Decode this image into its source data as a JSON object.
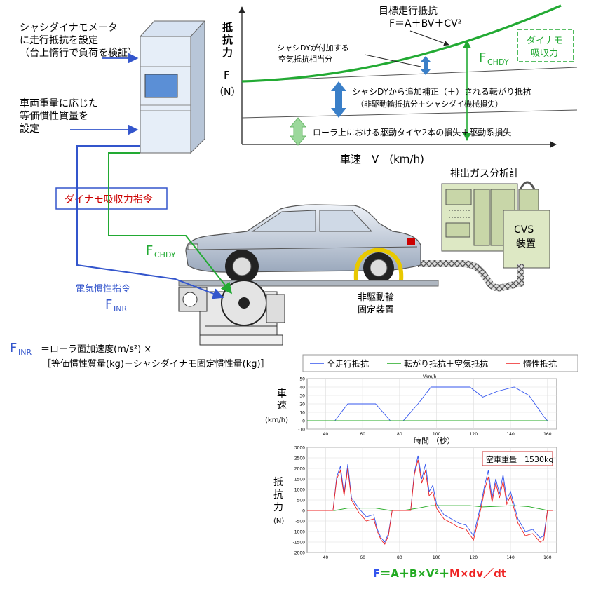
{
  "top_left": {
    "line1": "シャシダイナモメータ",
    "line2": "に走行抵抗を設定",
    "line3": "（台上惰行で負荷を検証）",
    "mass_line1": "車両重量に応じた",
    "mass_line2": "等価慣性質量を",
    "mass_line3": "設定"
  },
  "resistance_chart": {
    "y_label_1": "抵",
    "y_label_2": "抗",
    "y_label_3": "力",
    "y_symbol": "F",
    "y_unit": "（N）",
    "x_label": "車速　V　(km/h)",
    "target_title": "目標走行抵抗",
    "target_formula": "F＝A＋BV＋CV²",
    "air_note_1": "シャシDYが付加する",
    "air_note_2": "空気抵抗相当分",
    "dyno_box_1": "ダイナモ",
    "dyno_box_2": "吸収力",
    "fchdy_main": "F",
    "fchdy_sub": "CHDY",
    "rolling_1": "シャシDYから追加補正（＋）される転がり抵抗",
    "rolling_2": "（非駆動輪抵抗分＋シャシダイ機械損失）",
    "roller_loss": "ローラ上における駆動タイヤ2本の損失＋駆動系損失"
  },
  "test_cell": {
    "exhaust_analyzer": "排出ガス分析計",
    "cvs_1": "CVS",
    "cvs_2": "装置",
    "dyno_cmd": "ダイナモ吸収力指令",
    "fchdy_main": "F",
    "fchdy_sub": "CHDY",
    "inertia_cmd": "電気慣性指令",
    "finr_main": "F",
    "finr_sub": "INR",
    "nondrive_1": "非駆動輪",
    "nondrive_2": "固定装置"
  },
  "finr_formula": {
    "main": "F",
    "sub": "INR",
    "rest": "＝ローラ面加速度(m/s²) ×",
    "line2": "［等価慣性質量(kg)－シャシダイナモ固定慣性量(kg)］"
  },
  "legend": {
    "blue": "全走行抵抗",
    "green": "転がり抵抗＋空気抵抗",
    "red": "慣性抵抗"
  },
  "speed_chart": {
    "y_label_1": "車",
    "y_label_2": "速",
    "unit": "(km/h)",
    "top_label": "Vkm/h",
    "x_title": "時間 （秒）",
    "y_ticks": [
      "50",
      "40",
      "30",
      "20",
      "10",
      "0",
      "-10"
    ],
    "x_ticks": [
      "40",
      "60",
      "80",
      "100",
      "120",
      "140",
      "160"
    ]
  },
  "force_chart": {
    "y_label_1": "抵",
    "y_label_2": "抗",
    "y_label_3": "力",
    "unit": "(N)",
    "empty_weight": "空車重量　1530kg",
    "y_ticks": [
      "3000",
      "2500",
      "2000",
      "1500",
      "1000",
      "500",
      "0",
      "-500",
      "-1000",
      "-1500",
      "-2000"
    ],
    "x_ticks": [
      "40",
      "60",
      "80",
      "100",
      "120",
      "140",
      "160"
    ]
  },
  "bottom_formula": {
    "f": "F",
    "eq": "＝A＋B×V²＋",
    "m": "M",
    "rest": "×dv／dt"
  },
  "colors": {
    "blue_series": "#3355ee",
    "green_series": "#22aa22",
    "red_series": "#ee2222",
    "target_curve": "#22aa33",
    "dyno_red": "#cc0000",
    "arrow_blue": "#3a7fc8",
    "arrow_green": "#9bd89b"
  },
  "chart_data": [
    {
      "type": "line",
      "xlabel": "時間 （秒）",
      "ylabel": "車速 (km/h)",
      "xlim": [
        30,
        165
      ],
      "ylim": [
        -10,
        50
      ],
      "series": [
        {
          "name": "全走行抵抗",
          "x": [
            30,
            45,
            52,
            67,
            75,
            82,
            90,
            97,
            104,
            118,
            125,
            133,
            142,
            150,
            158,
            160
          ],
          "y": [
            0,
            0,
            20,
            20,
            0,
            0,
            20,
            40,
            40,
            40,
            28,
            35,
            40,
            30,
            5,
            0
          ]
        },
        {
          "name": "転がり抵抗＋空気抵抗",
          "x": [
            30,
            160
          ],
          "y": [
            0,
            0
          ]
        }
      ]
    },
    {
      "type": "line",
      "xlabel": "",
      "ylabel": "抵抗力 (N)",
      "xlim": [
        30,
        165
      ],
      "ylim": [
        -2000,
        3000
      ],
      "series": [
        {
          "name": "全走行抵抗",
          "x": [
            30,
            44,
            46,
            48,
            50,
            52,
            54,
            58,
            62,
            66,
            68,
            70,
            72,
            74,
            76,
            80,
            86,
            88,
            90,
            92,
            94,
            96,
            98,
            100,
            104,
            108,
            112,
            116,
            120,
            124,
            126,
            128,
            130,
            132,
            134,
            136,
            138,
            140,
            144,
            148,
            152,
            156,
            158,
            160,
            163
          ],
          "y": [
            0,
            0,
            1600,
            2100,
            800,
            2200,
            600,
            100,
            -300,
            -200,
            -900,
            -1300,
            -1500,
            -1100,
            0,
            0,
            0,
            1800,
            2600,
            1500,
            2200,
            900,
            1200,
            300,
            -200,
            -400,
            -600,
            -700,
            -1200,
            300,
            1200,
            1900,
            600,
            1500,
            800,
            1700,
            500,
            900,
            -400,
            -1000,
            -900,
            -1300,
            -1200,
            0,
            0
          ]
        },
        {
          "name": "転がり抵抗＋空気抵抗",
          "x": [
            30,
            45,
            52,
            67,
            75,
            82,
            90,
            97,
            104,
            118,
            125,
            133,
            142,
            150,
            158,
            160
          ],
          "y": [
            0,
            0,
            110,
            110,
            0,
            0,
            110,
            230,
            230,
            230,
            170,
            200,
            230,
            180,
            40,
            0
          ]
        },
        {
          "name": "慣性抵抗",
          "x": [
            30,
            44,
            46,
            48,
            50,
            52,
            54,
            58,
            62,
            66,
            68,
            70,
            72,
            74,
            76,
            80,
            86,
            88,
            90,
            92,
            94,
            96,
            98,
            100,
            104,
            108,
            112,
            116,
            120,
            124,
            126,
            128,
            130,
            132,
            134,
            136,
            138,
            140,
            144,
            148,
            152,
            156,
            158,
            160,
            163
          ],
          "y": [
            0,
            0,
            1500,
            1900,
            700,
            2000,
            500,
            -100,
            -500,
            -400,
            -1000,
            -1400,
            -1600,
            -1200,
            0,
            0,
            0,
            1700,
            2400,
            1300,
            1900,
            700,
            900,
            100,
            -400,
            -600,
            -800,
            -900,
            -1400,
            100,
            1000,
            1600,
            400,
            1300,
            600,
            1400,
            300,
            700,
            -600,
            -1200,
            -1100,
            -1500,
            -1400,
            0,
            0
          ]
        }
      ]
    }
  ]
}
